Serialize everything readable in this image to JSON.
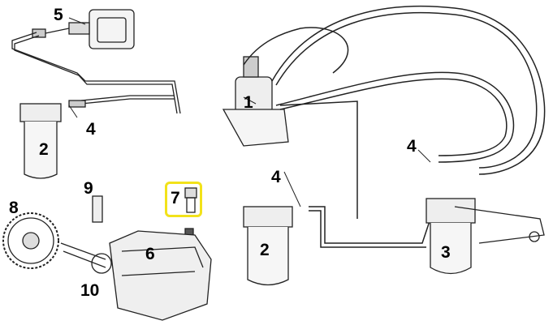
{
  "diagram": {
    "title": "Fuel system parts diagram",
    "highlight_color": "#f2e21a",
    "callouts": [
      {
        "id": "5a",
        "text": "5"
      },
      {
        "id": "4a",
        "text": "4"
      },
      {
        "id": "2a",
        "text": "2"
      },
      {
        "id": "9a",
        "text": "9"
      },
      {
        "id": "7a",
        "text": "7"
      },
      {
        "id": "8a",
        "text": "8"
      },
      {
        "id": "6a",
        "text": "6"
      },
      {
        "id": "10a",
        "text": "10"
      },
      {
        "id": "1a",
        "text": "1"
      },
      {
        "id": "4b",
        "text": "4"
      },
      {
        "id": "4c",
        "text": "4"
      },
      {
        "id": "2b",
        "text": "2"
      },
      {
        "id": "3a",
        "text": "3"
      }
    ]
  }
}
